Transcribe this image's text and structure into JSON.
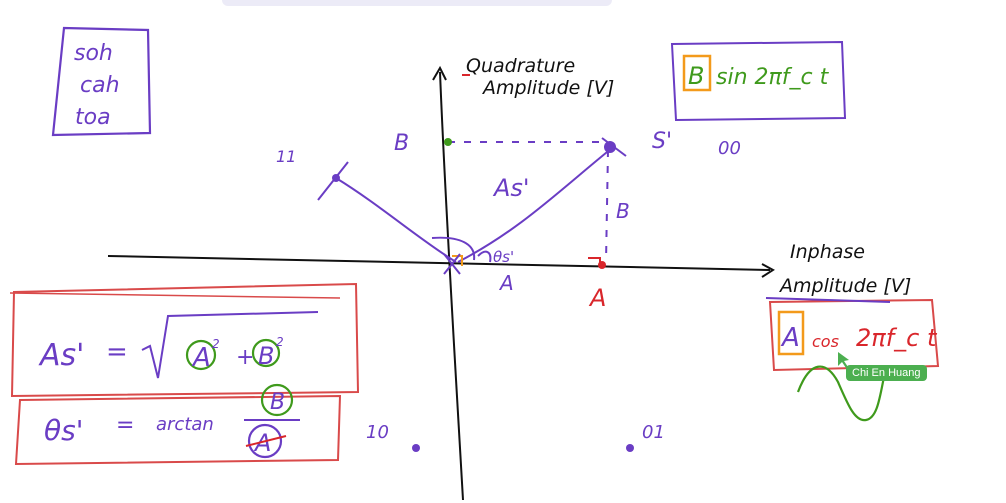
{
  "mnemonic": {
    "lines": [
      "soh",
      "cah",
      "toa"
    ]
  },
  "axes": {
    "y_label_line1": "Quadrature",
    "y_label_line2": "Amplitude [V]",
    "x_label_line1": "Inphase",
    "x_label_line2": "Amplitude [V]"
  },
  "points": {
    "b_axis_label": "B",
    "s_prime_label": "S'",
    "a_axis_label": "A",
    "vector_label": "As'",
    "theta_label": "θs'",
    "b_side_label": "B",
    "a_under_axis_label": "A",
    "quadrant_11": "11",
    "quadrant_00": "00",
    "quadrant_10": "10",
    "quadrant_01": "01"
  },
  "quadrature_box": {
    "b_letter": "B",
    "rest": "sin 2πf_c t"
  },
  "inphase_box": {
    "a_letter": "A",
    "cos": "cos",
    "rest": "2πf_c t"
  },
  "formulas": {
    "magnitude_lhs": "As'",
    "magnitude_eq": "=",
    "magnitude_a": "A",
    "magnitude_b": "B",
    "plus": "+",
    "phase_lhs": "θs'",
    "phase_eq": "=",
    "phase_func": "arctan",
    "phase_num": "B",
    "phase_den": "A"
  },
  "cursor": {
    "name": "Chi En Huang"
  },
  "colors": {
    "ink_black": "#111111",
    "ink_purple": "#6a3dc4",
    "ink_red": "#d9262b",
    "ink_green": "#3f9a1c",
    "ink_orange": "#f39a1b",
    "box_red": "#d94a4a",
    "cursor_green": "#4caf50"
  }
}
